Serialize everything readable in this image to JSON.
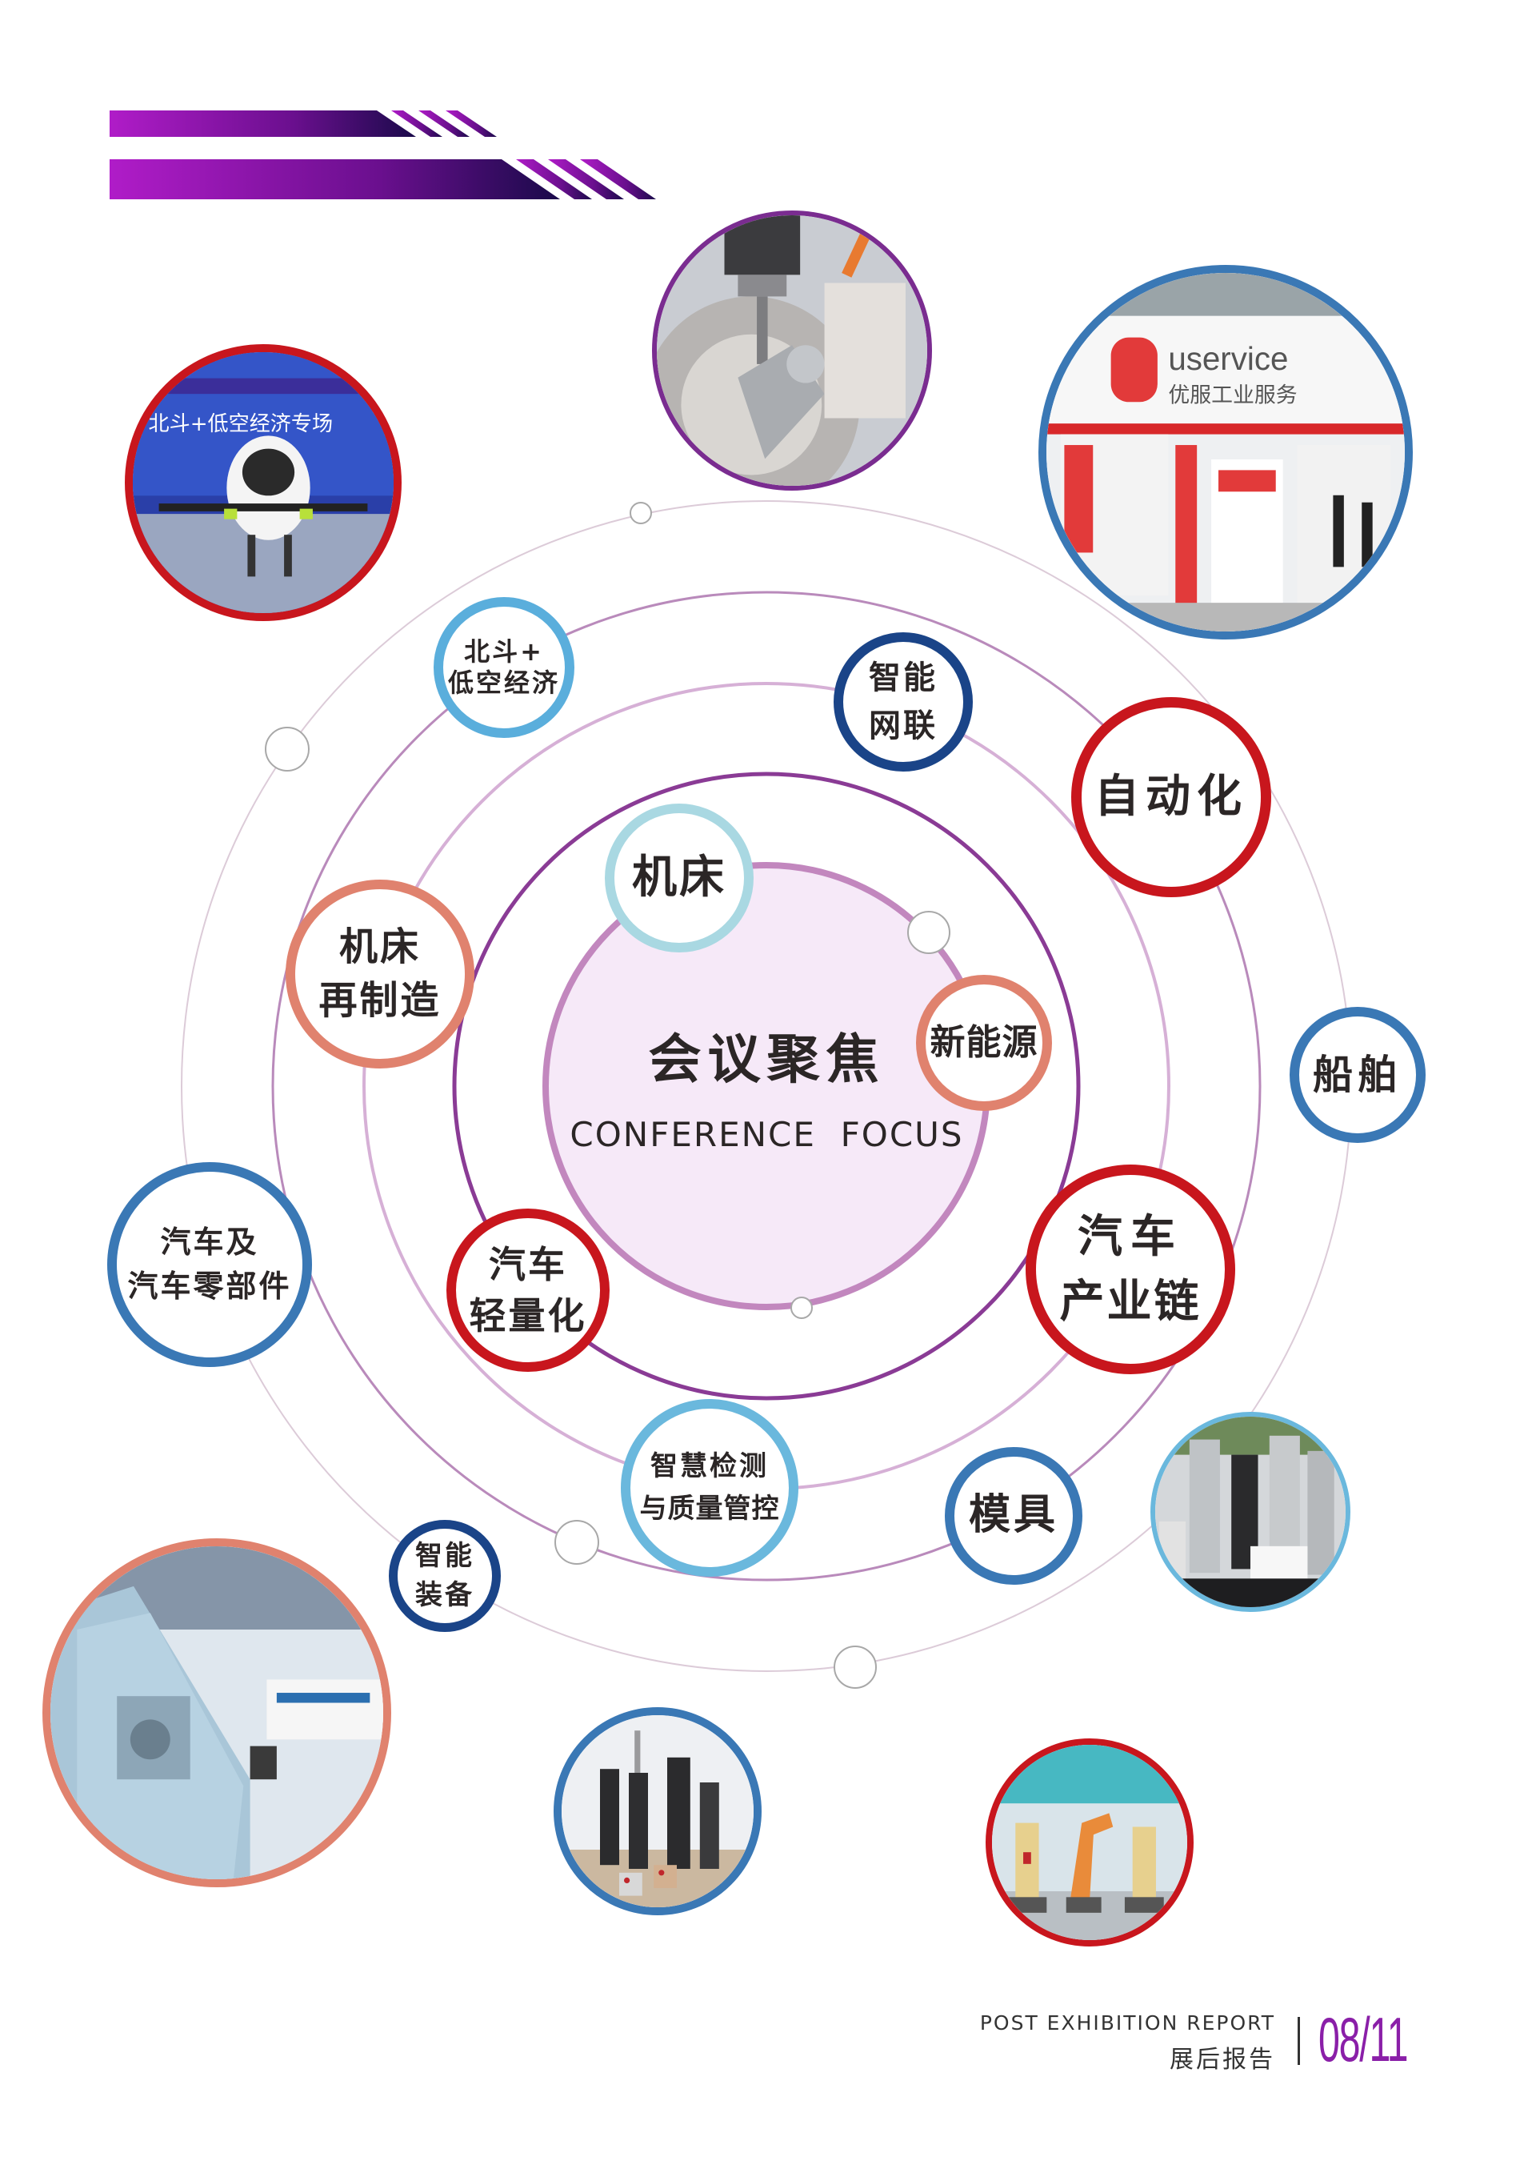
{
  "header": {
    "decoration": "double-gradient-stripe-bars",
    "gradient_start": "#b01cc8",
    "gradient_end": "#1a0a4a"
  },
  "center": {
    "title_cn": "会议聚焦",
    "title_en": "CONFERENCE  FOCUS",
    "fill_color": "#f6e9f8",
    "ring_color": "#c287be"
  },
  "orbits": [
    {
      "radius": 390,
      "color": "#8a3b95",
      "width": 5
    },
    {
      "radius": 503,
      "color": "#d6b0d6",
      "width": 4
    },
    {
      "radius": 617,
      "color": "#b98abb",
      "width": 3
    },
    {
      "radius": 731,
      "color": "#dccbd8",
      "width": 2
    }
  ],
  "topics": [
    {
      "id": "beidou",
      "lines": [
        "北斗+",
        "低空经济"
      ],
      "color": "#5aaedc"
    },
    {
      "id": "smart-connected",
      "lines": [
        "智能",
        "网联"
      ],
      "color": "#1a4488"
    },
    {
      "id": "automation",
      "lines": [
        "自动化"
      ],
      "color": "#c8161d"
    },
    {
      "id": "machine-tool",
      "lines": [
        "机床"
      ],
      "color": "#a9d8e2"
    },
    {
      "id": "machine-remanufacturing",
      "lines": [
        "机床",
        "再制造"
      ],
      "color": "#e0826e"
    },
    {
      "id": "new-energy",
      "lines": [
        "新能源"
      ],
      "color": "#e0826e"
    },
    {
      "id": "shipping",
      "lines": [
        "船舶"
      ],
      "color": "#3a78b5"
    },
    {
      "id": "auto-parts",
      "lines": [
        "汽车及",
        "汽车零部件"
      ],
      "color": "#3a78b5"
    },
    {
      "id": "auto-lightweight",
      "lines": [
        "汽车",
        "轻量化"
      ],
      "color": "#c8161d"
    },
    {
      "id": "auto-industry-chain",
      "lines": [
        "汽车",
        "产业链"
      ],
      "color": "#c8161d"
    },
    {
      "id": "smart-inspection",
      "lines": [
        "智慧检测",
        "与质量管控"
      ],
      "color": "#6ab8dd"
    },
    {
      "id": "mold",
      "lines": [
        "模具"
      ],
      "color": "#3a78b5"
    },
    {
      "id": "smart-equipment",
      "lines": [
        "智能",
        "装备"
      ],
      "color": "#1a4488"
    }
  ],
  "photos": [
    {
      "id": "evtol-drone",
      "caption_banner": "北斗+低空经济专场",
      "border": "#c8161d"
    },
    {
      "id": "cnc-milling",
      "border": "#7a2c90"
    },
    {
      "id": "uservice-booth",
      "brand": "uservice",
      "brand_cn": "优服工业服务",
      "border": "#3a78b5"
    },
    {
      "id": "pneumatic-machines",
      "border": "#6ab8dd"
    },
    {
      "id": "car-door-frame",
      "border": "#e0826e"
    },
    {
      "id": "tool-holders",
      "border": "#3a78b5"
    },
    {
      "id": "industrial-robots",
      "border": "#c8161d"
    }
  ],
  "footer": {
    "report_en": "POST EXHIBITION REPORT",
    "report_cn": "展后报告",
    "page": "08/11",
    "page_color": "#8a1fa8"
  }
}
